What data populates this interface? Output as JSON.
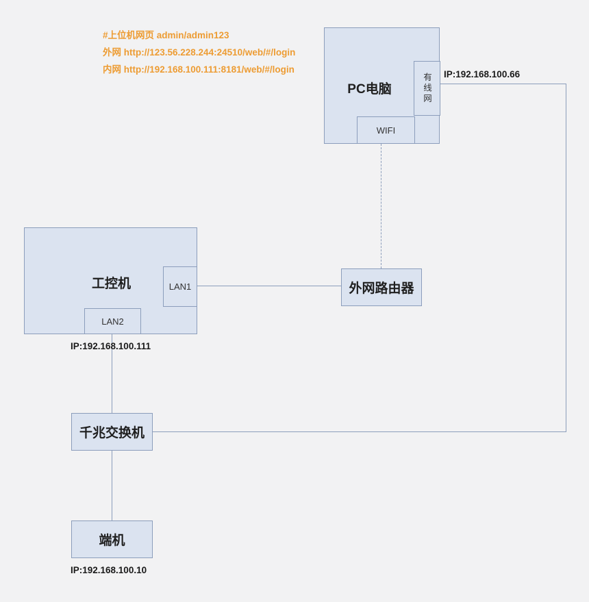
{
  "annotations": {
    "credentials": "#上位机网页 admin/admin123",
    "external_url": "外网 http://123.56.228.244:24510/web/#/login",
    "internal_url": "内网 http://192.168.100.111:8181/web/#/login"
  },
  "nodes": {
    "pc": {
      "label": "PC电脑",
      "wired_port_label": "有线网",
      "wifi_port_label": "WIFI",
      "ip": "IP:192.168.100.66"
    },
    "industrial_pc": {
      "label": "工控机",
      "lan1_label": "LAN1",
      "lan2_label": "LAN2",
      "ip": "IP:192.168.100.111"
    },
    "router": {
      "label": "外网路由器"
    },
    "switch": {
      "label": "千兆交换机"
    },
    "terminal": {
      "label": "端机",
      "ip": "IP:192.168.100.10"
    }
  },
  "colors": {
    "background": "#f2f2f3",
    "box_fill": "#dbe3f0",
    "box_border": "#8b9dbb",
    "annotation_text": "#ED9C33"
  }
}
